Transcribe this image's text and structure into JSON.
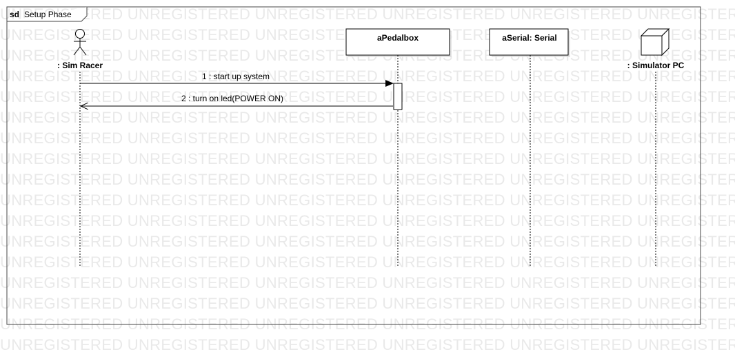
{
  "frame": {
    "keyword": "sd",
    "name": "Setup Phase"
  },
  "watermark": {
    "text": "UNREGISTERED"
  },
  "lifelines": [
    {
      "id": "sim-racer",
      "label": ": Sim Racer",
      "kind": "actor"
    },
    {
      "id": "pedalbox",
      "label": "aPedalbox",
      "kind": "object"
    },
    {
      "id": "serial",
      "label": "aSerial: Serial",
      "kind": "object"
    },
    {
      "id": "simulator-pc",
      "label": ": Simulator PC",
      "kind": "node"
    }
  ],
  "messages": [
    {
      "label": "1 : start up system",
      "from": "sim-racer",
      "to": "pedalbox",
      "kind": "sync"
    },
    {
      "label": "2 : turn on led(POWER ON)",
      "from": "pedalbox",
      "to": "sim-racer",
      "kind": "reply"
    }
  ]
}
